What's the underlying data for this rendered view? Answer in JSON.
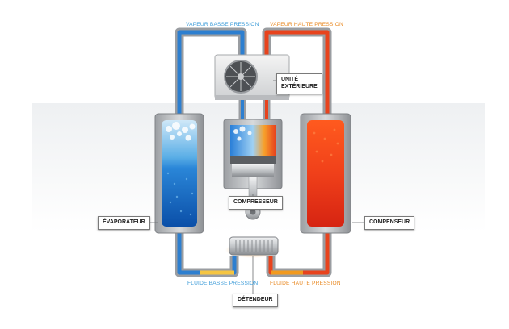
{
  "labels": {
    "vapeur_basse": "VAPEUR BASSE PRESSION",
    "vapeur_haute": "VAPEUR HAUTE PRESSION",
    "unite_line1": "UNITÉ",
    "unite_line2": "EXTÉRIEURE",
    "evaporateur": "ÉVAPORATEUR",
    "compresseur": "COMPRESSEUR",
    "compenseur": "COMPENSEUR",
    "fluide_basse": "FLUIDE BASSE PRESSION",
    "fluide_haute": "FLUIDE HAUTE PRESSION",
    "detendeur": "DÉTENDEUR"
  },
  "colors": {
    "cold": "#1f7fd4",
    "hot": "#ef3e1c",
    "warm": "#f29a1f",
    "label_blue": "#3b9bd8",
    "label_orange": "#e98a24"
  }
}
